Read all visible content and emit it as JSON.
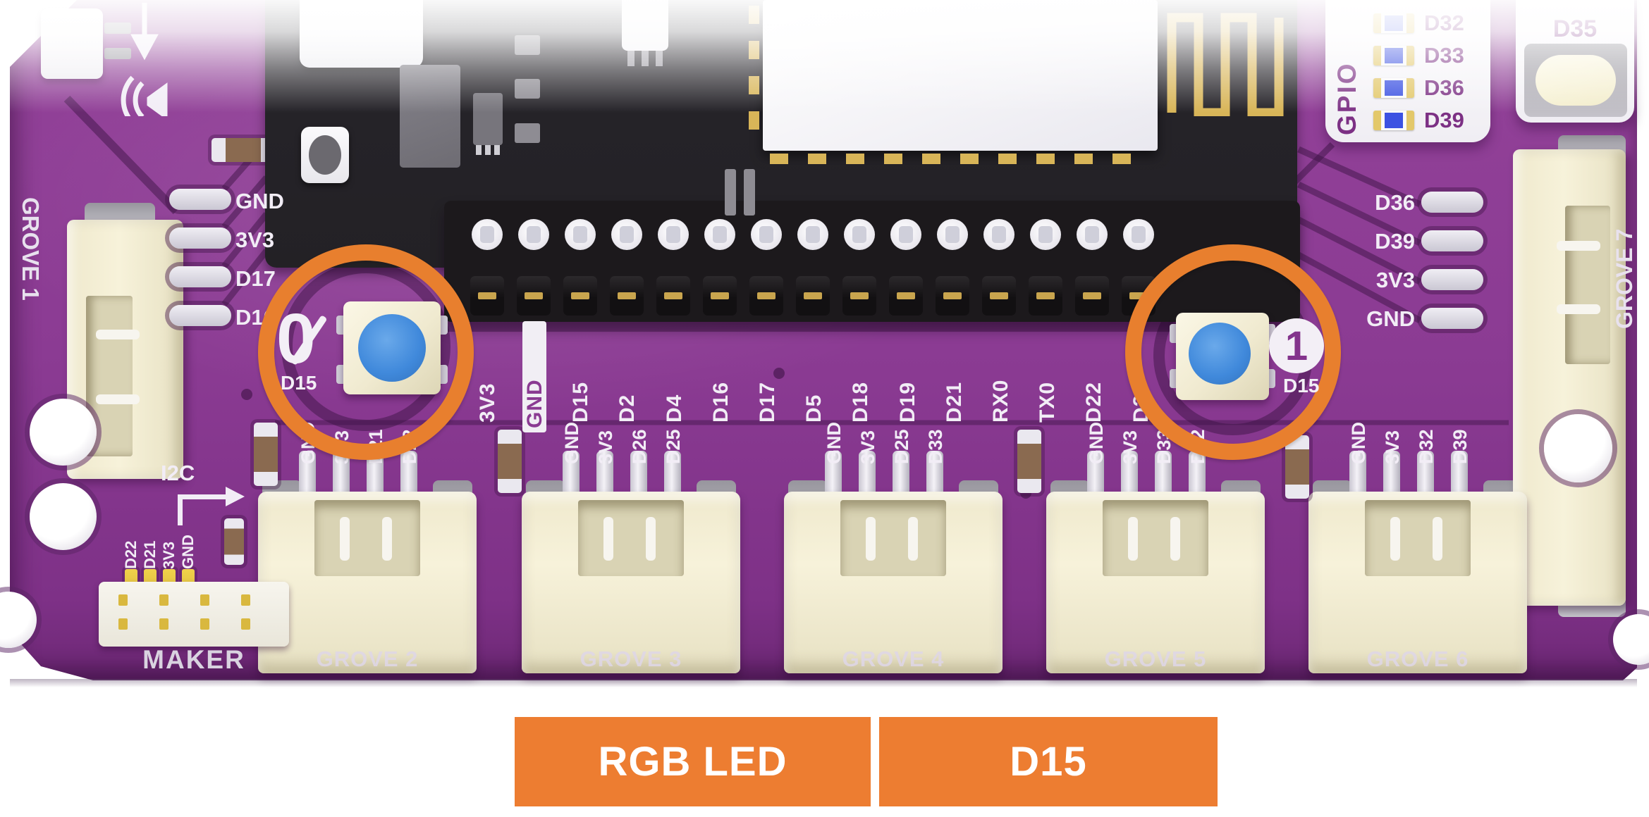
{
  "banner": {
    "component_label": "RGB LED",
    "pin_label": "D15",
    "color": "#ED7D31"
  },
  "board": {
    "left_edge_pins": [
      "GND",
      "3V3",
      "D17",
      "D16"
    ],
    "right_edge_pins": [
      "D36",
      "D39",
      "3V3",
      "GND"
    ],
    "header_pins": [
      "3V3",
      "GND",
      "D15",
      "D2",
      "D4",
      "D16",
      "D17",
      "D5",
      "D18",
      "D19",
      "D21",
      "RX0",
      "TX0",
      "D22",
      "D23"
    ],
    "grove_ports": [
      {
        "label": "GROVE 1",
        "pins": []
      },
      {
        "label": "GROVE 2",
        "pins": [
          "GND",
          "3V3",
          "D21",
          "D22"
        ]
      },
      {
        "label": "GROVE 3",
        "pins": [
          "GND",
          "3V3",
          "D26",
          "D25"
        ]
      },
      {
        "label": "GROVE 4",
        "pins": [
          "GND",
          "3V3",
          "D25",
          "D33"
        ]
      },
      {
        "label": "GROVE 5",
        "pins": [
          "GND",
          "3V3",
          "D33",
          "D32"
        ]
      },
      {
        "label": "GROVE 6",
        "pins": [
          "GND",
          "3V3",
          "D32",
          "D39"
        ]
      },
      {
        "label": "GROVE 7",
        "pins": []
      }
    ],
    "gpio_panel": {
      "title": "GPIO",
      "led_pins": [
        "D32",
        "D33",
        "D36",
        "D39"
      ]
    },
    "d35_button_label": "D35",
    "maker_port": {
      "label": "MAKER",
      "i2c_label": "I2C",
      "pins": [
        "D22",
        "D21",
        "3V3",
        "GND"
      ]
    },
    "rgb_leds": [
      {
        "marker": "0",
        "pin": "D15"
      },
      {
        "marker": "1",
        "pin": "D15"
      }
    ],
    "colors": {
      "pcb_purple": "#8B3B93",
      "annotation_orange": "#E87F2E",
      "rgb_led_blue": "#4089DB",
      "gpio_led_blue": "#3C52E2"
    }
  }
}
